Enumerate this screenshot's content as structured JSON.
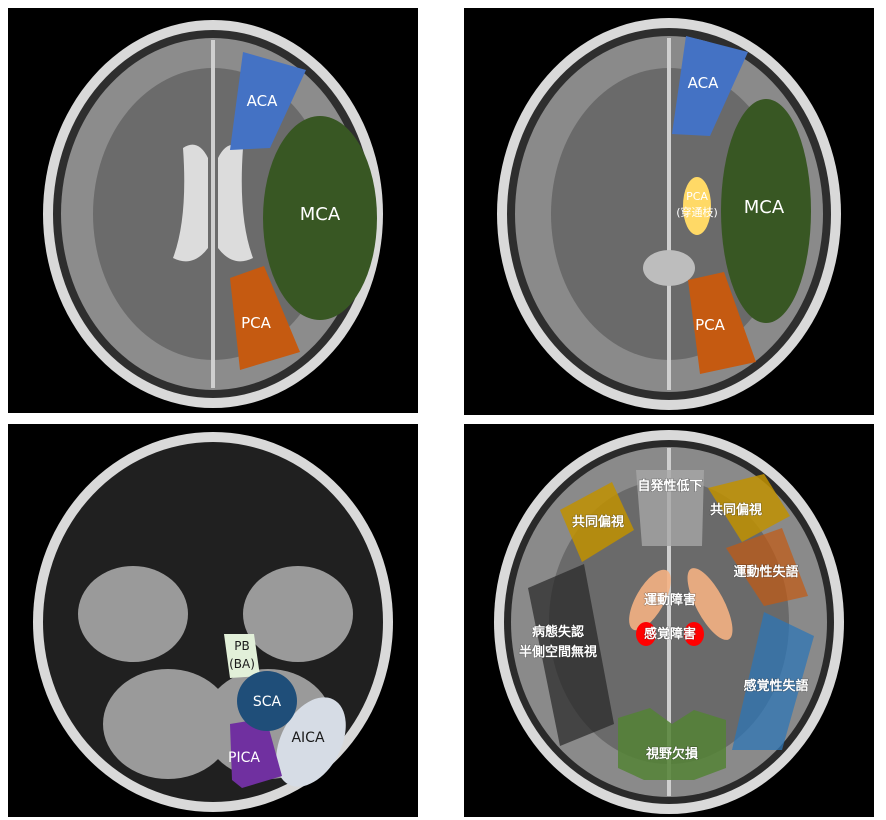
{
  "panels": {
    "p1": {
      "aca": "ACA",
      "mca": "MCA",
      "pca": "PCA"
    },
    "p2": {
      "aca": "ACA",
      "mca": "MCA",
      "pca": "PCA",
      "pca_small_1": "PCA",
      "pca_small_2": "(穿通枝)"
    },
    "p3": {
      "pb_1": "PB",
      "pb_2": "(BA)",
      "sca": "SCA",
      "aica": "AICA",
      "pica": "PICA"
    },
    "p4": {
      "jihatsu": "自発性低下",
      "kyodo_left": "共同偏視",
      "kyodo_right": "共同偏視",
      "undo_shitsugo": "運動性失語",
      "undo_shogai": "運動障害",
      "kankaku_shogai": "感覚障害",
      "byotai_1": "病態失認",
      "byotai_2": "半側空間無視",
      "kankaku_shitsugo": "感覚性失語",
      "shiya": "視野欠損"
    }
  },
  "colors": {
    "aca": "#4472c4",
    "mca": "#385723",
    "pca": "#c55a11",
    "pca_small": "#ffd966",
    "pb": "#e2f0d9",
    "sca": "#1f4e79",
    "aica": "#d6dce5",
    "pica": "#7030a0"
  }
}
